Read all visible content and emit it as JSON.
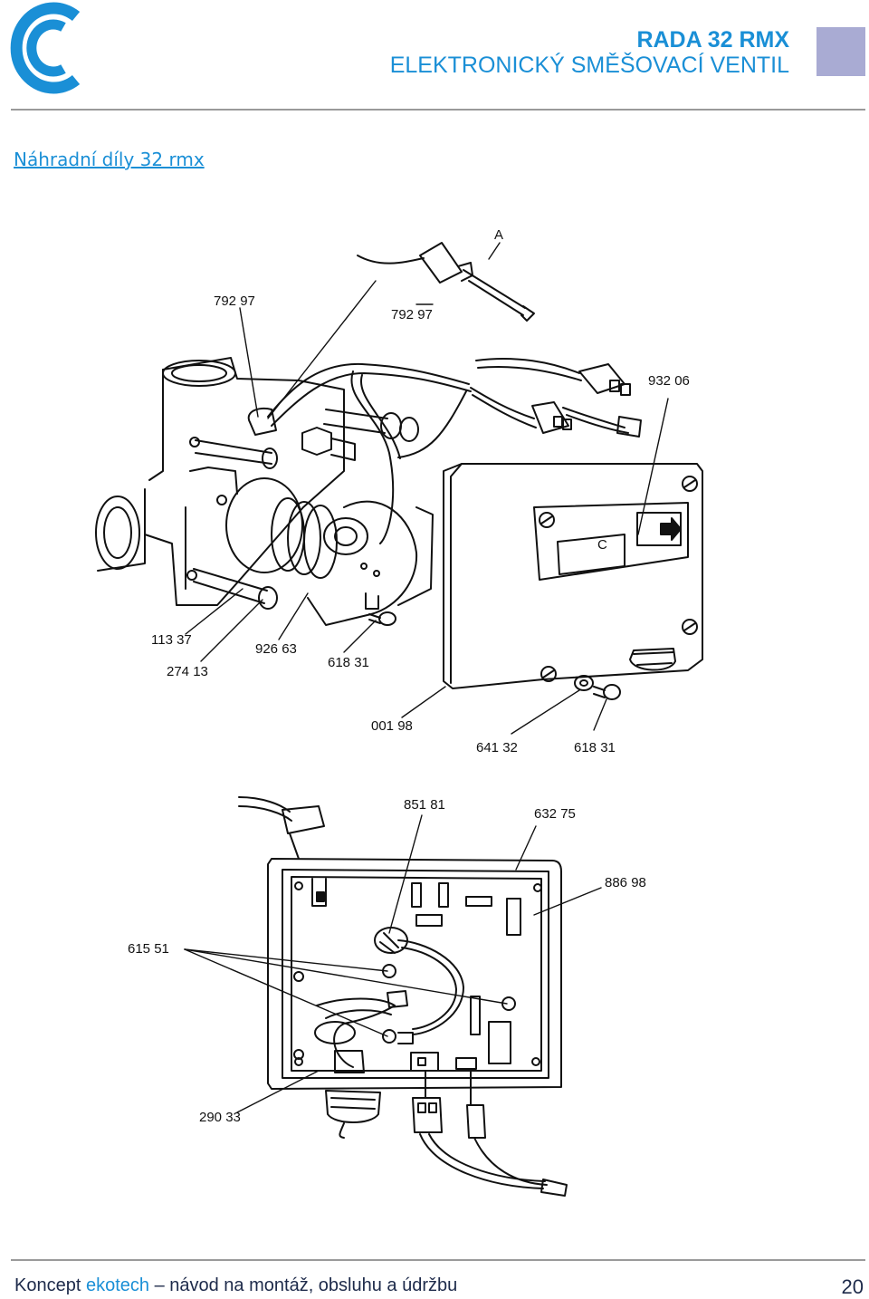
{
  "header": {
    "title": "RADA 32 RMX",
    "subtitle": "ELEKTRONICKÝ SMĚŠOVACÍ VENTIL",
    "accent_color": "#1a8fd6",
    "square_color": "#a9abd3"
  },
  "section_title": "Náhradní díly 32 rmx",
  "figure_labels": {
    "a": "A",
    "p79297_left": "792 97",
    "p79297_right": "792 97",
    "p93206": "932 06",
    "p11337": "113 37",
    "p27413": "274 13",
    "p92663": "926 63",
    "p61831_top": "618 31",
    "p00198": "001 98",
    "p64132": "641 32",
    "p61831_bottom": "618 31",
    "p85181": "851 81",
    "p63275": "632 75",
    "p88698": "886 98",
    "p61551": "615 51",
    "p29033": "290 33",
    "display_c": "C"
  },
  "footer": {
    "prefix": "Koncept",
    "brand": "ekotech",
    "rest": "– návod na montáž, obsluhu a údržbu",
    "page": "20"
  }
}
